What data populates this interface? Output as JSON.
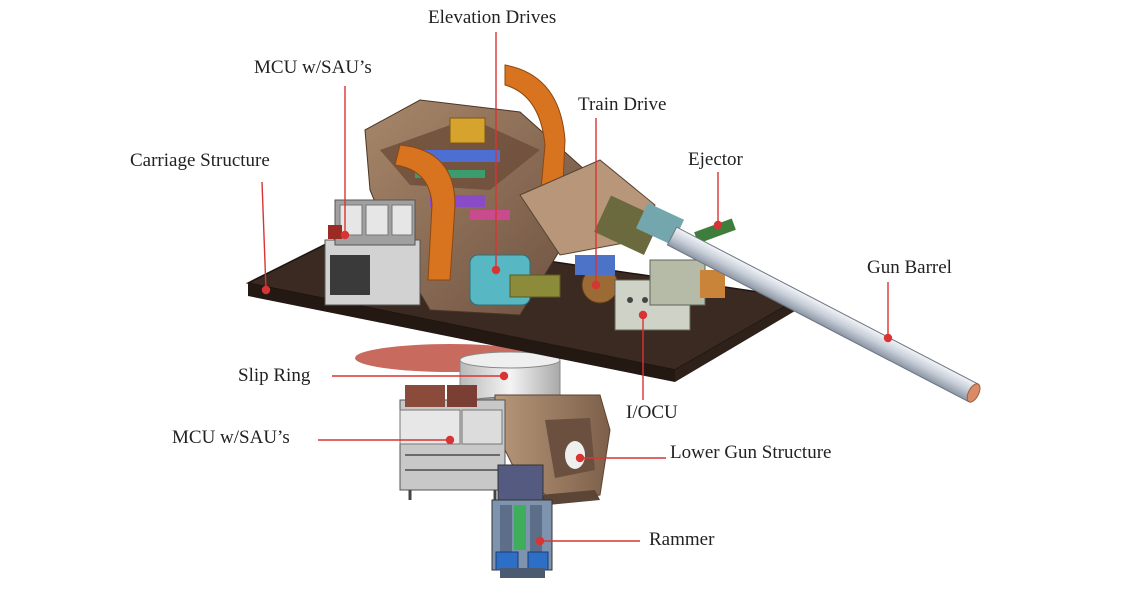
{
  "labels": {
    "elevation_drives": "Elevation Drives",
    "mcu_top": "MCU w/SAU’s",
    "train_drive": "Train Drive",
    "carriage_structure": "Carriage Structure",
    "ejector": "Ejector",
    "gun_barrel": "Gun Barrel",
    "slip_ring": "Slip Ring",
    "iocu": "I/OCU",
    "mcu_bottom": "MCU w/SAU’s",
    "lower_gun_structure": "Lower Gun Structure",
    "rammer": "Rammer"
  },
  "colors": {
    "leader_line": "#d93434",
    "deck": "#3b2a22",
    "carriage": "#8a6a4e",
    "arm_orange": "#d8731f",
    "barrel": "#cfd6df",
    "slip_ring": "#e6e6e6",
    "lower_structure": "#9c7c60",
    "cabinet": "#9a9a9a",
    "rammer": "#6f8fb5"
  }
}
